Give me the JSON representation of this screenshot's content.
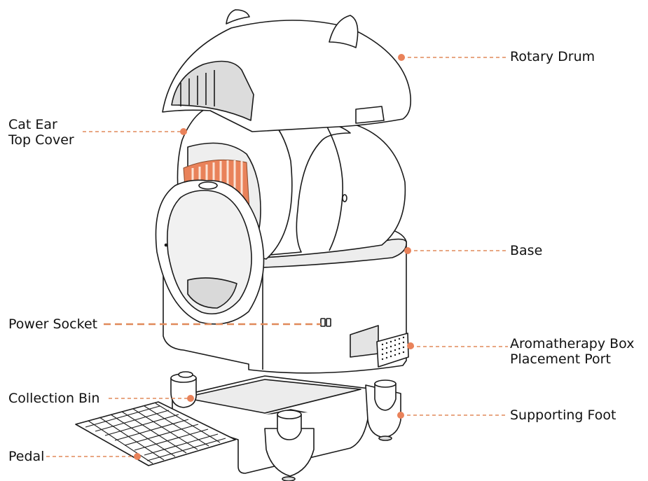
{
  "labels": {
    "rotary_drum": "Rotary Drum",
    "cat_ear_top_cover": [
      "Cat Ear",
      "Top Cover"
    ],
    "base": "Base",
    "power_socket": "Power Socket",
    "aromatherapy_box": [
      "Aromatherapy Box",
      "Placement Port"
    ],
    "collection_bin": "Collection Bin",
    "supporting_foot": "Supporting Foot",
    "pedal": "Pedal"
  },
  "colors": {
    "leader": "#E08A5A",
    "outline": "#1a1a1a",
    "body_fill": "#ffffff",
    "shade": "#d7d7d7",
    "accent": "#E9825A"
  }
}
